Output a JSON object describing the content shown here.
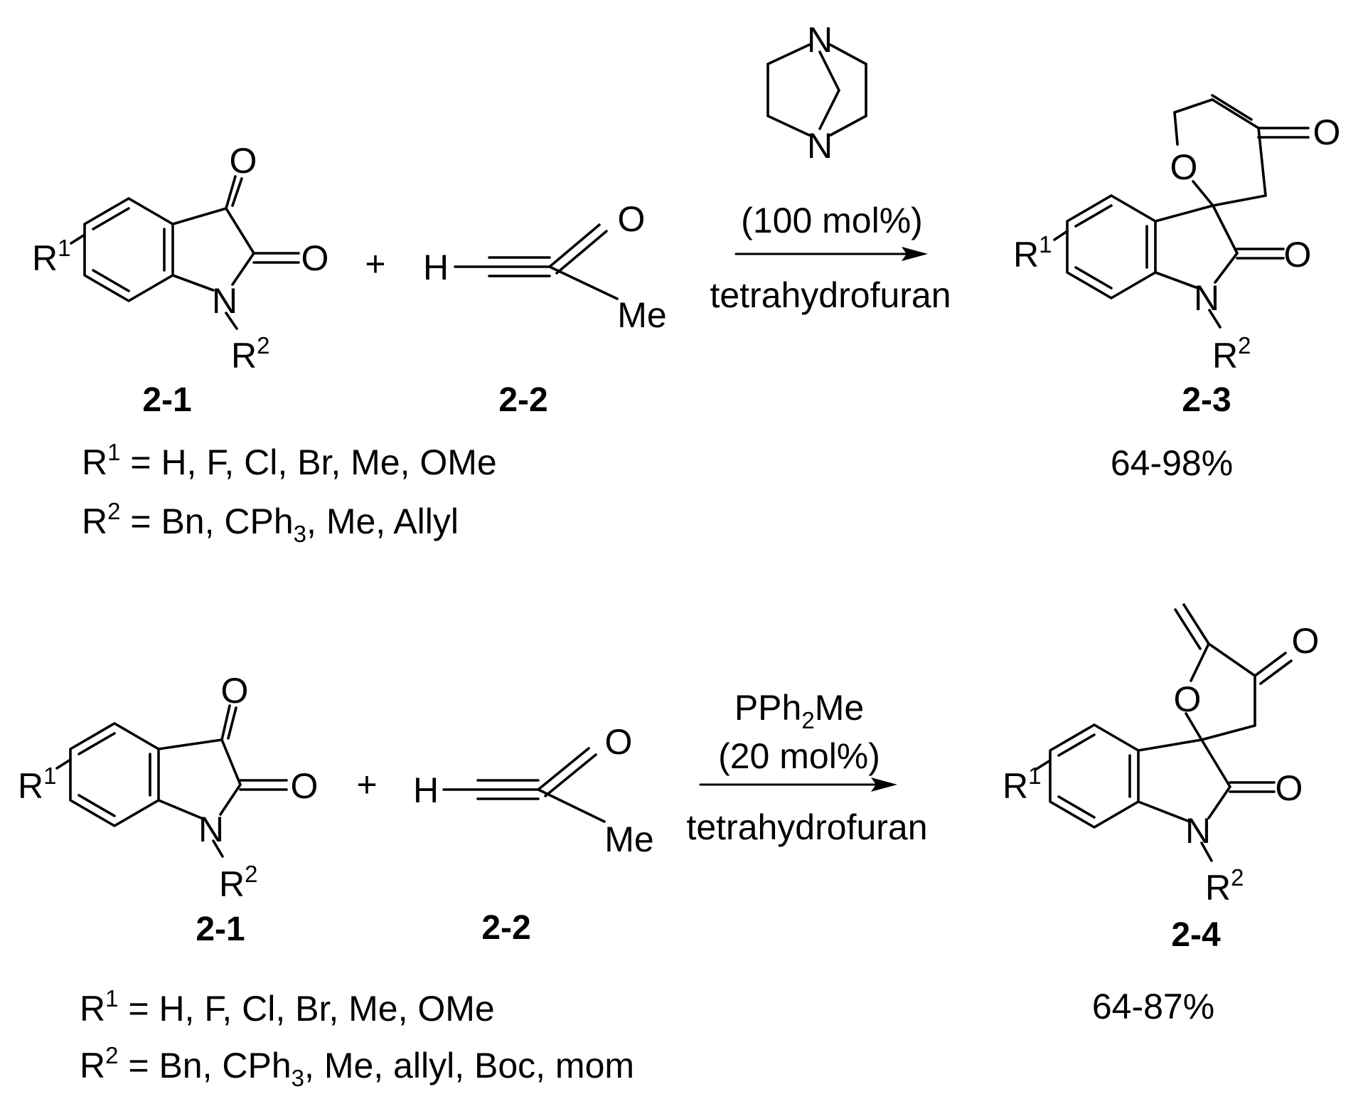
{
  "reaction1": {
    "reactant1": {
      "id": "2-1",
      "r1": "R",
      "r1_sup": "1",
      "r2": "R",
      "r2_sup": "2",
      "o": "O",
      "n": "N"
    },
    "plus": "+",
    "reactant2": {
      "id": "2-2",
      "h": "H",
      "o": "O",
      "me": "Me"
    },
    "catalyst": {
      "amine_n": "N",
      "loading": "(100 mol%)"
    },
    "solvent": "tetrahydrofuran",
    "product": {
      "id": "2-3",
      "r1": "R",
      "r1_sup": "1",
      "r2": "R",
      "r2_sup": "2",
      "o": "O",
      "n": "N",
      "yield": "64-98%"
    },
    "substituents": {
      "r1_line": {
        "label": "R",
        "sup": "1",
        "text": " = H, F, Cl, Br, Me, OMe"
      },
      "r2_line": {
        "label": "R",
        "sup": "2",
        "pre": " = Bn, CPh",
        "sub": "3",
        "post": ", Me, Allyl"
      }
    }
  },
  "reaction2": {
    "reactant1": {
      "id": "2-1",
      "r1": "R",
      "r1_sup": "1",
      "r2": "R",
      "r2_sup": "2",
      "o": "O",
      "n": "N"
    },
    "plus": "+",
    "reactant2": {
      "id": "2-2",
      "h": "H",
      "o": "O",
      "me": "Me"
    },
    "catalyst": {
      "pre": "PPh",
      "sub": "2",
      "post": "Me",
      "loading": "(20 mol%)"
    },
    "solvent": "tetrahydrofuran",
    "product": {
      "id": "2-4",
      "r1": "R",
      "r1_sup": "1",
      "r2": "R",
      "r2_sup": "2",
      "o": "O",
      "n": "N",
      "yield": "64-87%"
    },
    "substituents": {
      "r1_line": {
        "label": "R",
        "sup": "1",
        "text": " = H, F, Cl, Br, Me, OMe"
      },
      "r2_line": {
        "label": "R",
        "sup": "2",
        "pre": " = Bn, CPh",
        "sub": "3",
        "post": ", Me, allyl, Boc, mom"
      }
    }
  }
}
